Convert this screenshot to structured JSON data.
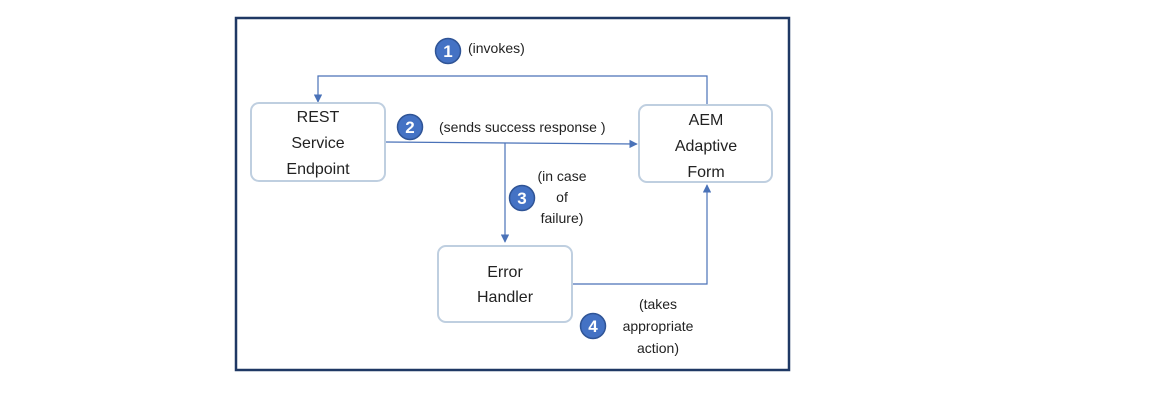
{
  "colors": {
    "frame": "#1f3864",
    "box_border": "#bfcfe0",
    "arrow": "#4a72b8",
    "badge_fill": "#4472c4",
    "badge_stroke": "#2f5496"
  },
  "nodes": {
    "rest": {
      "lines": [
        "REST",
        "Service",
        "Endpoint"
      ]
    },
    "aem": {
      "lines": [
        "AEM",
        "Adaptive",
        "Form"
      ]
    },
    "error": {
      "lines": [
        "Error",
        "Handler"
      ]
    }
  },
  "steps": [
    {
      "number": "1",
      "lines": [
        "(invokes)"
      ]
    },
    {
      "number": "2",
      "lines": [
        "(sends success response )"
      ]
    },
    {
      "number": "3",
      "lines": [
        "(in case",
        "of",
        "failure)"
      ]
    },
    {
      "number": "4",
      "lines": [
        "(takes",
        "appropriate",
        "action)"
      ]
    }
  ]
}
